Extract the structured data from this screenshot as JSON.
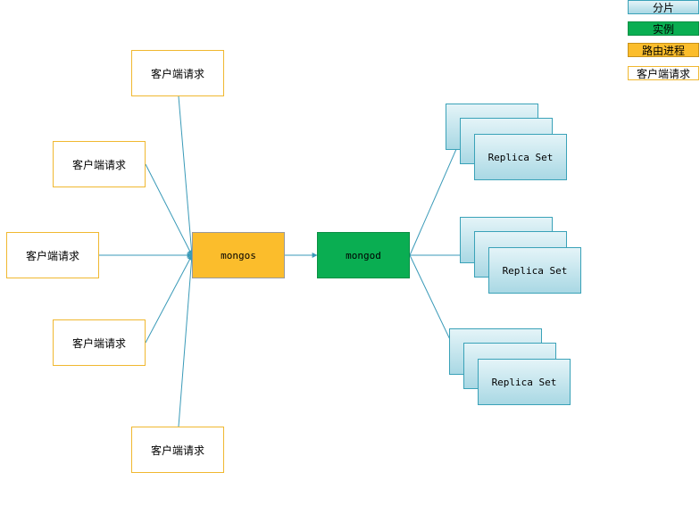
{
  "clients": [
    {
      "label": "客户端请求"
    },
    {
      "label": "客户端请求"
    },
    {
      "label": "客户端请求"
    },
    {
      "label": "客户端请求"
    },
    {
      "label": "客户端请求"
    }
  ],
  "router": {
    "label": "mongos"
  },
  "instance": {
    "label": "mongod"
  },
  "shards": [
    {
      "label": "Replica Set"
    },
    {
      "label": "Replica Set"
    },
    {
      "label": "Replica Set"
    }
  ],
  "legend": {
    "shard": "分片",
    "instance": "实例",
    "router": "路由进程",
    "client": "客户端请求"
  },
  "colors": {
    "router": "#fbbd2c",
    "instance": "#0aae52",
    "shard": "#a9d8e4",
    "shard_border": "#3aa2b8",
    "client_border": "#f0b830",
    "connector": "#3a9ab8"
  }
}
